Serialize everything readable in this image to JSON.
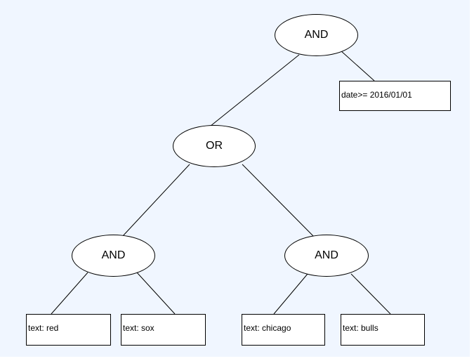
{
  "diagram": {
    "root": {
      "label": "AND"
    },
    "date_filter": {
      "label": "date>= 2016/01/01"
    },
    "or_node": {
      "label": "OR"
    },
    "left_and": {
      "label": "AND"
    },
    "right_and": {
      "label": "AND"
    },
    "leaves": [
      {
        "label": "text: red"
      },
      {
        "label": "text: sox"
      },
      {
        "label": "text: chicago"
      },
      {
        "label": "text: bulls"
      }
    ]
  },
  "colors": {
    "background": "#f0f6ff",
    "node_fill": "#ffffff",
    "stroke": "#000000"
  }
}
